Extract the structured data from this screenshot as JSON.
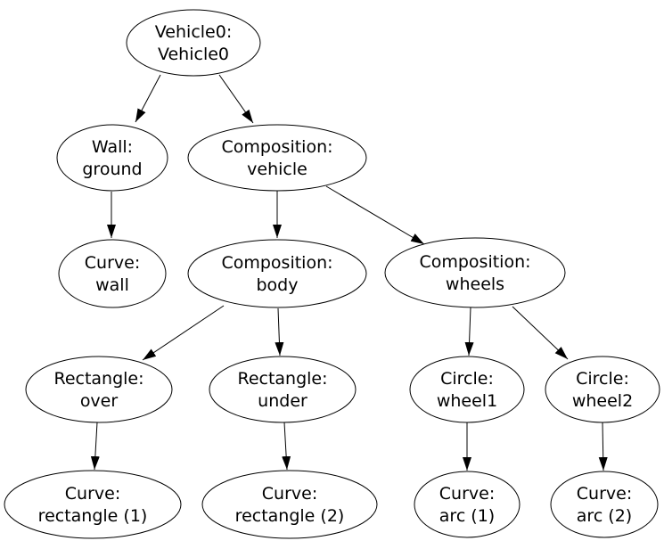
{
  "diagram": {
    "type": "directed-tree-graph",
    "background_color": "#ffffff",
    "node_fill_color": "#ffffff",
    "node_stroke_color": "#000000",
    "edge_color": "#000000",
    "text_color": "#000000",
    "nodes": [
      {
        "id": "vehicle0",
        "line1": "Vehicle0:",
        "line2": "Vehicle0"
      },
      {
        "id": "wall-ground",
        "line1": "Wall:",
        "line2": "ground"
      },
      {
        "id": "composition-vehicle",
        "line1": "Composition:",
        "line2": "vehicle"
      },
      {
        "id": "curve-wall",
        "line1": "Curve:",
        "line2": "wall"
      },
      {
        "id": "composition-body",
        "line1": "Composition:",
        "line2": "body"
      },
      {
        "id": "composition-wheels",
        "line1": "Composition:",
        "line2": "wheels"
      },
      {
        "id": "rectangle-over",
        "line1": "Rectangle:",
        "line2": "over"
      },
      {
        "id": "rectangle-under",
        "line1": "Rectangle:",
        "line2": "under"
      },
      {
        "id": "circle-wheel1",
        "line1": "Circle:",
        "line2": "wheel1"
      },
      {
        "id": "circle-wheel2",
        "line1": "Circle:",
        "line2": "wheel2"
      },
      {
        "id": "curve-rectangle-1",
        "line1": "Curve:",
        "line2": "rectangle (1)"
      },
      {
        "id": "curve-rectangle-2",
        "line1": "Curve:",
        "line2": "rectangle (2)"
      },
      {
        "id": "curve-arc-1",
        "line1": "Curve:",
        "line2": "arc (1)"
      },
      {
        "id": "curve-arc-2",
        "line1": "Curve:",
        "line2": "arc (2)"
      }
    ],
    "edges": [
      {
        "from": "vehicle0",
        "to": "wall-ground"
      },
      {
        "from": "vehicle0",
        "to": "composition-vehicle"
      },
      {
        "from": "wall-ground",
        "to": "curve-wall"
      },
      {
        "from": "composition-vehicle",
        "to": "composition-body"
      },
      {
        "from": "composition-vehicle",
        "to": "composition-wheels"
      },
      {
        "from": "composition-body",
        "to": "rectangle-over"
      },
      {
        "from": "composition-body",
        "to": "rectangle-under"
      },
      {
        "from": "composition-wheels",
        "to": "circle-wheel1"
      },
      {
        "from": "composition-wheels",
        "to": "circle-wheel2"
      },
      {
        "from": "rectangle-over",
        "to": "curve-rectangle-1"
      },
      {
        "from": "rectangle-under",
        "to": "curve-rectangle-2"
      },
      {
        "from": "circle-wheel1",
        "to": "curve-arc-1"
      },
      {
        "from": "circle-wheel2",
        "to": "curve-arc-2"
      }
    ]
  }
}
